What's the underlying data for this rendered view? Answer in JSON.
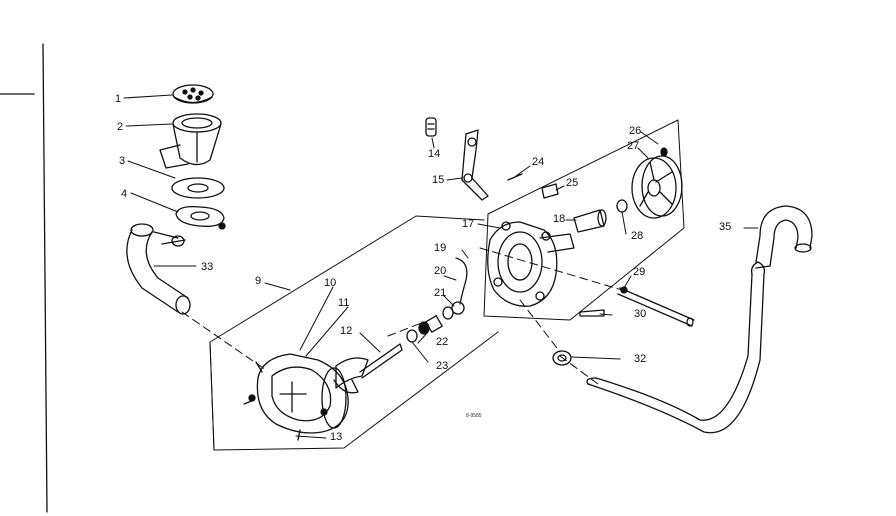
{
  "diagram": {
    "part_labels": [
      "1",
      "2",
      "3",
      "4",
      "33",
      "9",
      "10",
      "11",
      "12",
      "13",
      "22",
      "23",
      "14",
      "15",
      "24",
      "25",
      "17",
      "18",
      "19",
      "20",
      "21",
      "26",
      "27",
      "28",
      "29",
      "30",
      "32",
      "35"
    ],
    "drawing_code": "8-9585",
    "colors": {
      "ink": "#111111",
      "paper": "#ffffff"
    }
  }
}
